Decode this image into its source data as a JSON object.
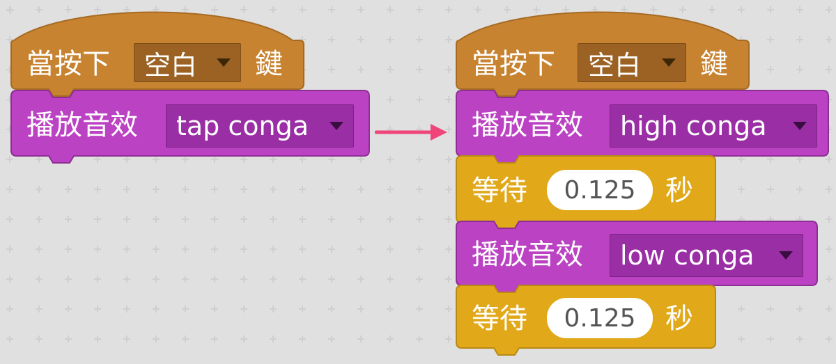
{
  "colors": {
    "events": "#c88330",
    "events_edge": "#a66b23",
    "events_dropdown": "#9b6223",
    "sound": "#bb42c3",
    "sound_edge": "#8d2e94",
    "sound_dropdown": "#9a2fa5",
    "control": "#e1a91a",
    "control_edge": "#b88912",
    "arrow": "#f0457a"
  },
  "left_script": {
    "hat": {
      "label": "當按下",
      "key": "空白",
      "suffix": "鍵"
    },
    "play": {
      "label": "播放音效",
      "sound": "tap conga"
    }
  },
  "right_script": {
    "hat": {
      "label": "當按下",
      "key": "空白",
      "suffix": "鍵"
    },
    "play1": {
      "label": "播放音效",
      "sound": "high conga"
    },
    "wait1": {
      "label": "等待",
      "value": "0.125",
      "unit": "秒"
    },
    "play2": {
      "label": "播放音效",
      "sound": "low conga"
    },
    "wait2": {
      "label": "等待",
      "value": "0.125",
      "unit": "秒"
    }
  },
  "arrow_icon": "right-arrow-icon"
}
